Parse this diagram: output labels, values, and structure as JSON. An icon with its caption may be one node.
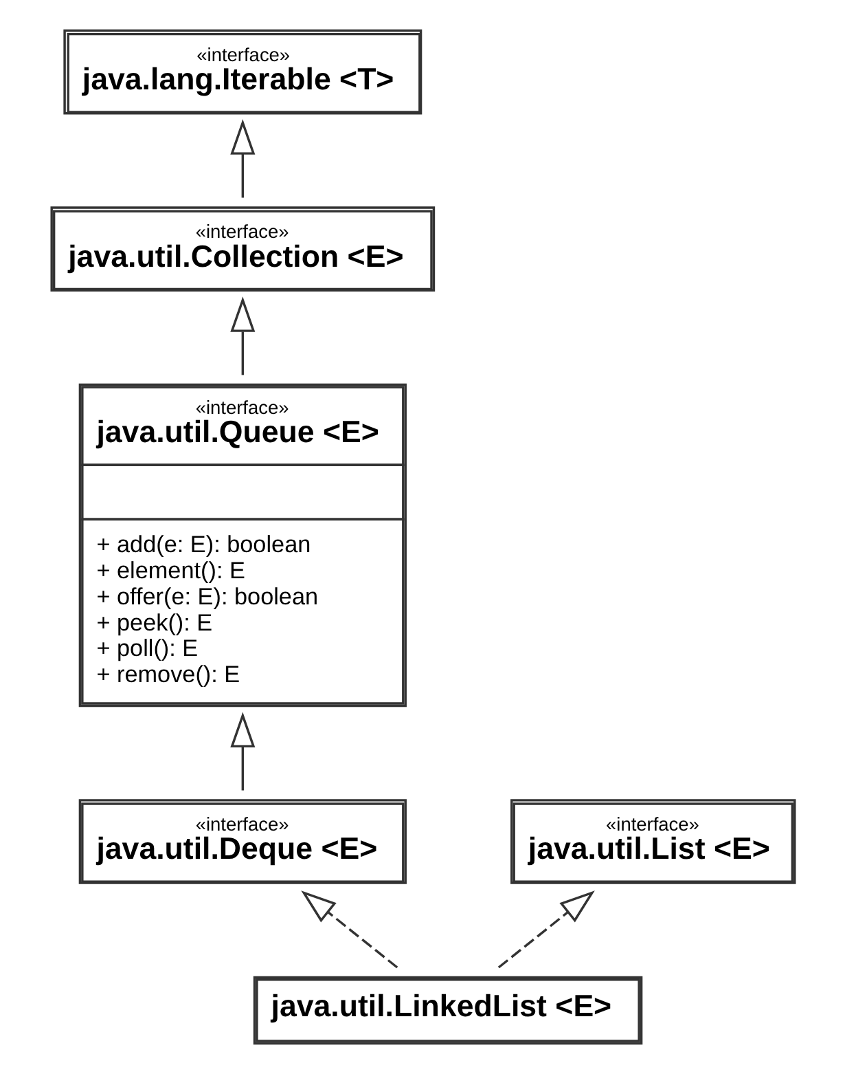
{
  "diagram": {
    "nodes": [
      {
        "text": [
          "«interface»",
          "java.lang.Iterable <T>"
        ]
      },
      {
        "text": [
          "«interface»",
          "java.util.Collection <E>"
        ]
      },
      {
        "text": [
          "«interface»",
          "java.util.Queue <E>",
          "+ add(e: E): boolean",
          "+ element(): E",
          "+ offer(e: E): boolean",
          "+ peek(): E",
          "+ poll(): E",
          "+ remove(): E"
        ]
      },
      {
        "text": [
          "«interface»",
          "java.util.Deque <E>"
        ]
      },
      {
        "text": [
          "«interface»",
          "java.util.List <E>"
        ]
      },
      {
        "text": [
          "java.util.LinkedList <E>"
        ]
      }
    ],
    "edges": [
      {
        "from": 1,
        "to": 0,
        "arrow": "to"
      },
      {
        "from": 2,
        "to": 1,
        "arrow": "to"
      },
      {
        "from": 3,
        "to": 2,
        "arrow": "to"
      },
      {
        "from": 5,
        "to": 3,
        "arrow": "to",
        "style": "dashed"
      },
      {
        "from": 5,
        "to": 4,
        "arrow": "to",
        "style": "dashed"
      }
    ]
  }
}
